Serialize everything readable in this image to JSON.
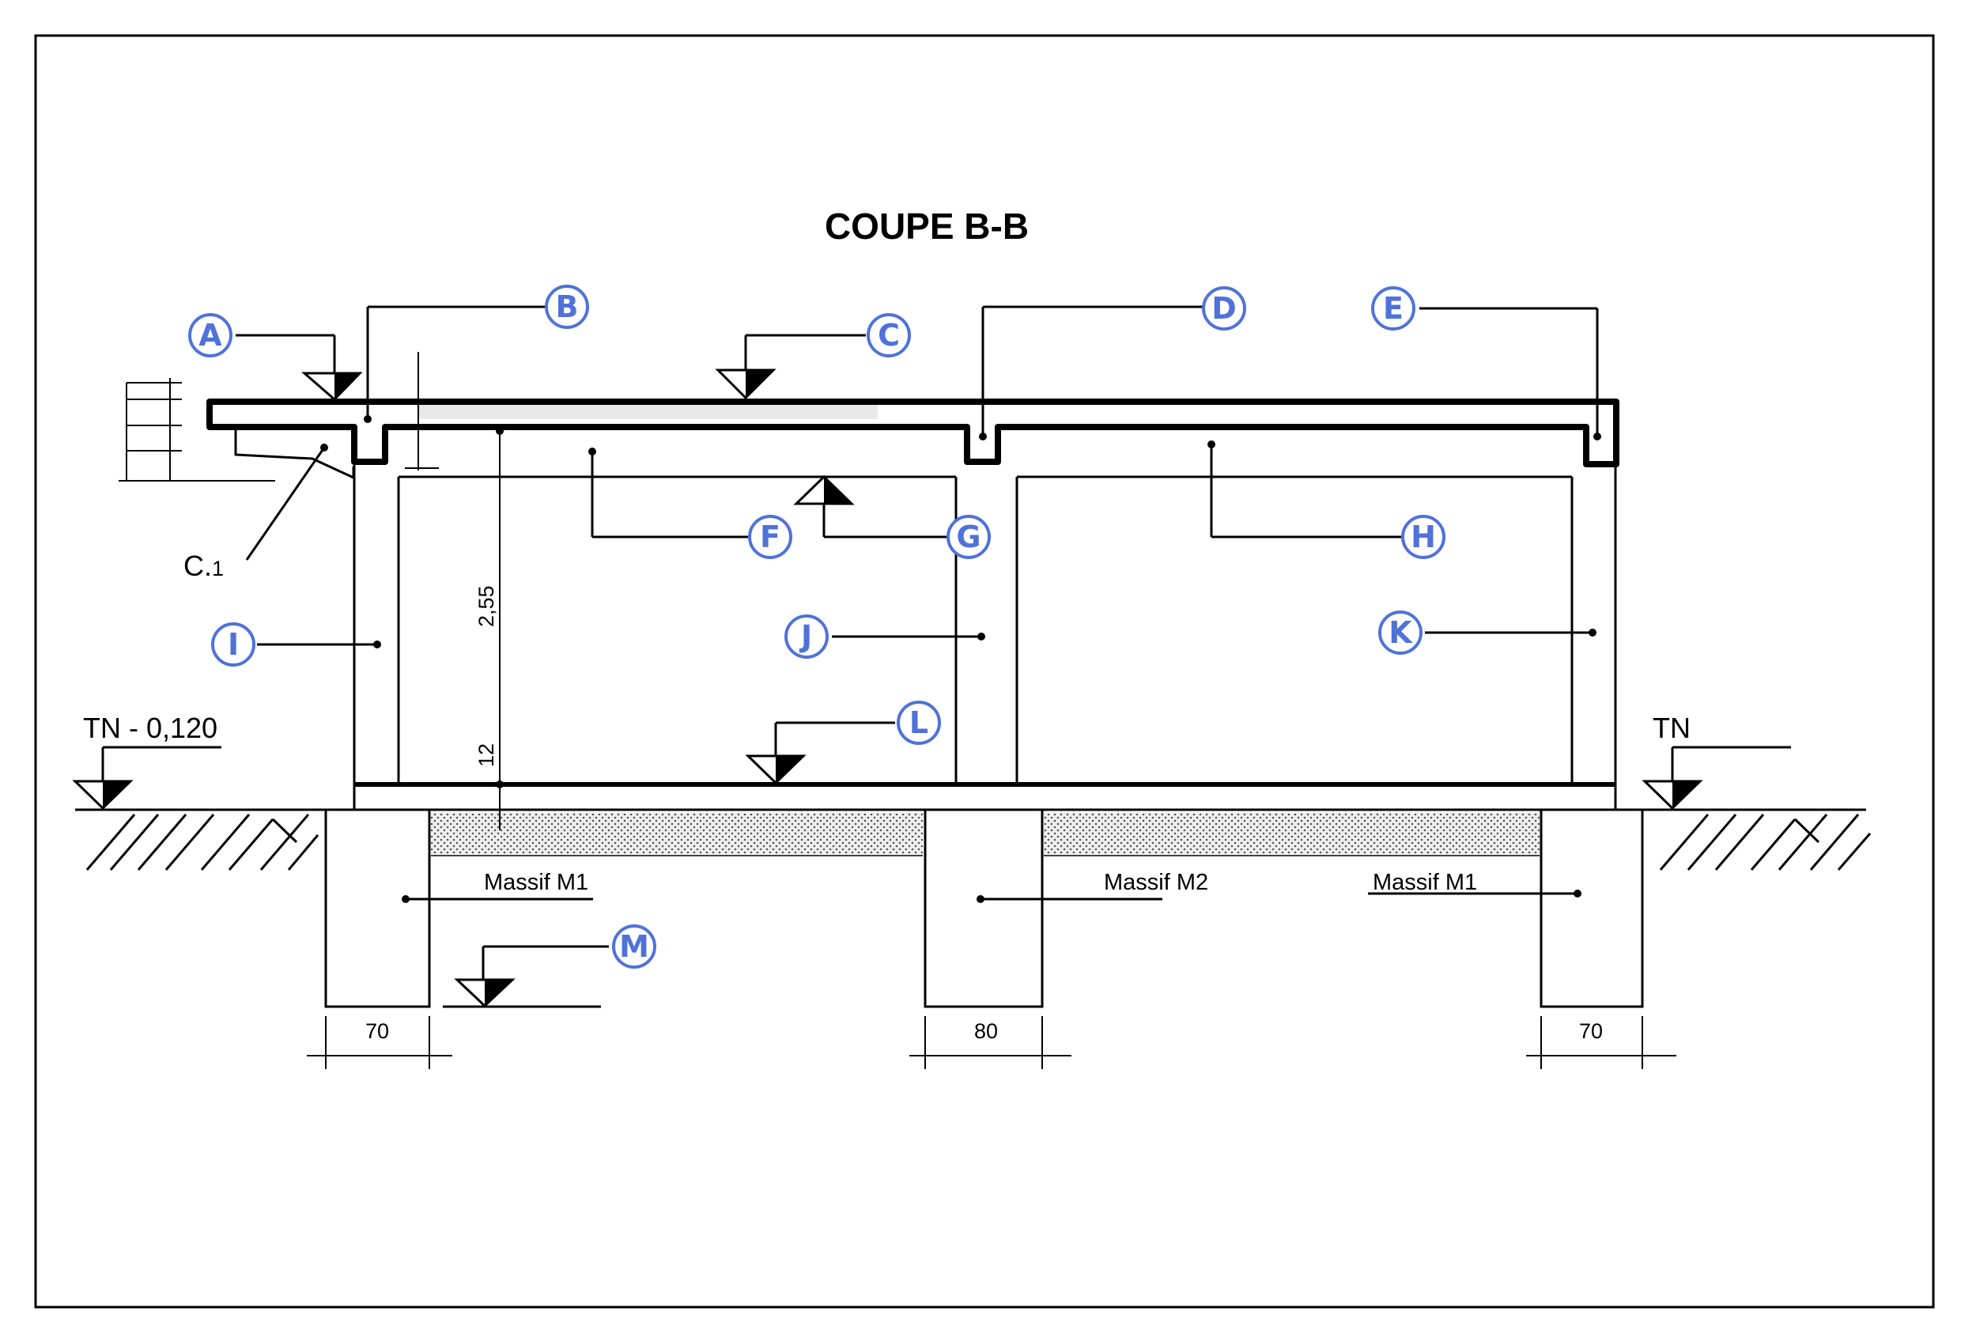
{
  "title": "COUPE B-B",
  "callouts": {
    "A": "A",
    "B": "B",
    "C": "C",
    "D": "D",
    "E": "E",
    "F": "F",
    "G": "G",
    "H": "H",
    "I": "I",
    "J": "J",
    "K": "K",
    "L": "L",
    "M": "M"
  },
  "labels": {
    "c1_prefix": "C.",
    "c1_suffix": "1",
    "tn_left": "TN - 0,120",
    "tn_right": "TN",
    "massif_left": "Massif M1",
    "massif_center": "Massif M2",
    "massif_right": "Massif M1"
  },
  "dimensions": {
    "wall_height": "2,55",
    "slab_thickness": "12",
    "footing_left": "70",
    "footing_center": "80",
    "footing_right": "70"
  },
  "colors": {
    "callout_blue": "#4f72d9",
    "ink": "#000000",
    "gravel_fill": "#cfcfcf"
  }
}
